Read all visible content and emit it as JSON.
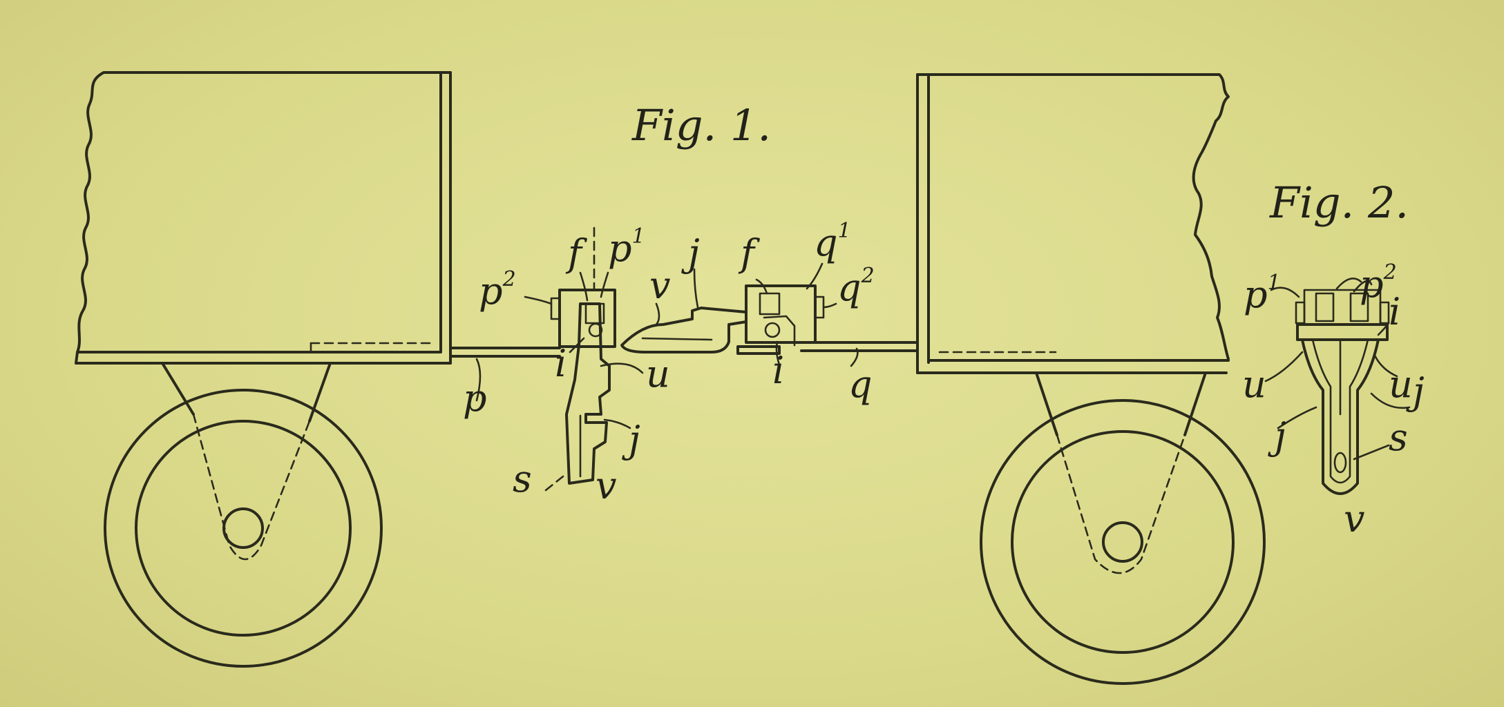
{
  "figures": {
    "fig1_title": "Fig. 1.",
    "fig2_title": "Fig. 2."
  },
  "labels_fig1": {
    "f_left": "f",
    "p1": "p",
    "p1_sup": "1",
    "p2": "p",
    "p2_sup": "2",
    "i_left": "i",
    "p": "p",
    "v_top": "v",
    "j_top": "j",
    "u": "u",
    "j_mid": "j",
    "s": "s",
    "v_bottom": "v",
    "f_right": "f",
    "q1": "q",
    "q1_sup": "1",
    "q2": "q",
    "q2_sup": "2",
    "i_right": "i",
    "q": "q"
  },
  "labels_fig2": {
    "p1": "p",
    "p1_sup": "1",
    "p2": "p",
    "p2_sup": "2",
    "i": "i",
    "u_left": "u",
    "u_right": "u",
    "j_right": "j",
    "j_left": "j",
    "s": "s",
    "v": "v"
  }
}
